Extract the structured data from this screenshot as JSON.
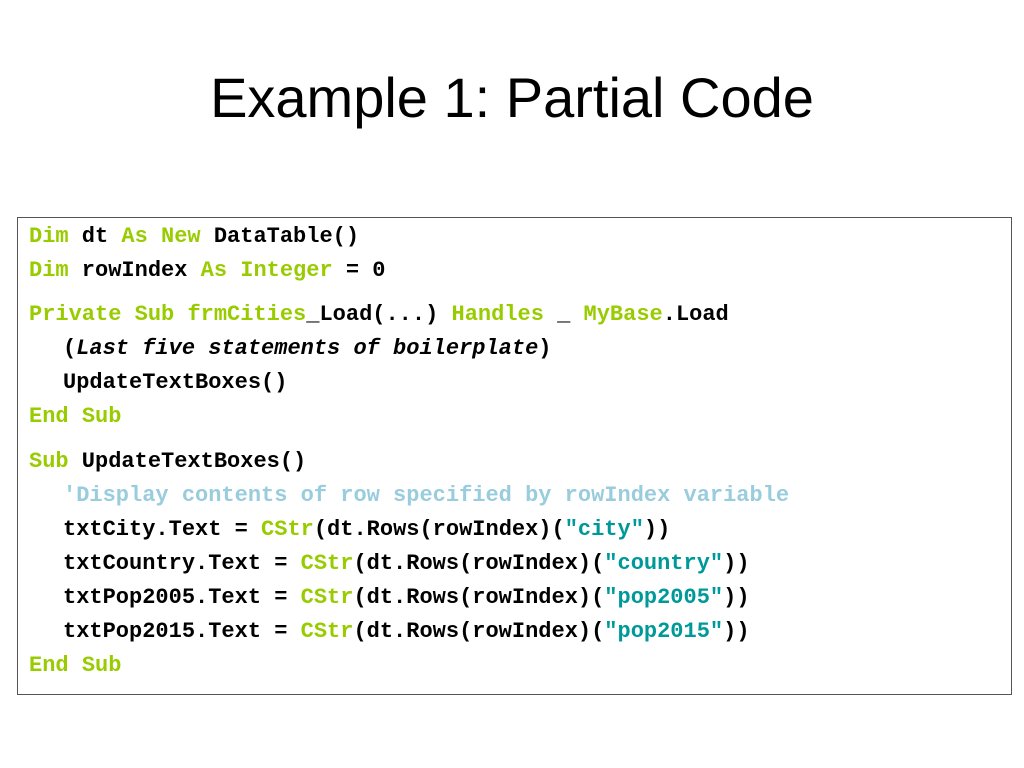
{
  "slide": {
    "title": "Example 1: Partial Code"
  },
  "colors": {
    "keyword": "#99cc00",
    "string": "#009999",
    "comment": "#99ccdd",
    "text": "#000000"
  },
  "code": {
    "line1": {
      "kw1": "Dim",
      "t1": " dt ",
      "kw2": "As",
      "sp": " ",
      "kw3": "New",
      "t2": " DataTable()"
    },
    "line2": {
      "kw1": "Dim",
      "t1": " rowIndex ",
      "kw2": "As",
      "sp": " ",
      "kw3": "Integer",
      "t2": " = 0"
    },
    "line3": {
      "kw1": "Private",
      "sp1": " ",
      "kw2": "Sub",
      "sp2": " ",
      "kw3": "frmCities",
      "t1": "_Load(...) ",
      "kw4": "Handles",
      "t2": " _ ",
      "kw5": "MyBase",
      "t3": ".Load"
    },
    "line4": {
      "open": "(",
      "italic": "Last five statements of boilerplate",
      "close": ")"
    },
    "line5": {
      "t1": "UpdateTextBoxes()"
    },
    "line6": {
      "kw1": "End",
      "sp": " ",
      "kw2": "Sub"
    },
    "line7": {
      "kw1": "Sub",
      "t1": " UpdateTextBoxes()"
    },
    "line8": {
      "comment": "'Display contents of row specified by rowIndex variable"
    },
    "line9": {
      "t1": "txtCity.Text = ",
      "kw1": "CStr",
      "t2": "(dt.Rows(rowIndex)(",
      "str": "\"city\"",
      "t3": "))"
    },
    "line10": {
      "t1": "txtCountry.Text = ",
      "kw1": "CStr",
      "t2": "(dt.Rows(rowIndex)(",
      "str": "\"country\"",
      "t3": "))"
    },
    "line11": {
      "t1": "txtPop2005.Text = ",
      "kw1": "CStr",
      "t2": "(dt.Rows(rowIndex)(",
      "str": "\"pop2005\"",
      "t3": "))"
    },
    "line12": {
      "t1": "txtPop2015.Text = ",
      "kw1": "CStr",
      "t2": "(dt.Rows(rowIndex)(",
      "str": "\"pop2015\"",
      "t3": "))"
    },
    "line13": {
      "kw1": "End",
      "sp": " ",
      "kw2": "Sub"
    }
  }
}
